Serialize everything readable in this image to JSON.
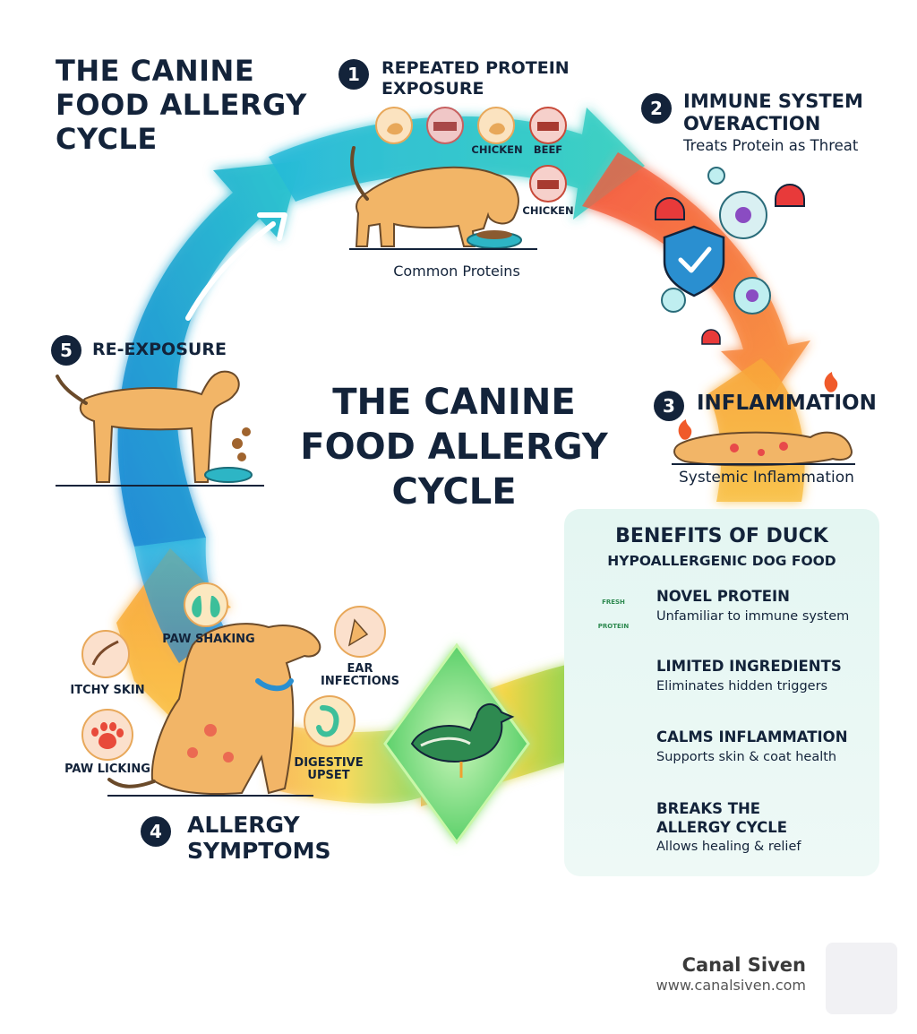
{
  "title_top_left": [
    "THE CANINE",
    "FOOD ALLERGY",
    "CYCLE"
  ],
  "title_center": [
    "THE CANINE",
    "FOOD ALLERGY",
    "CYCLE"
  ],
  "steps": [
    {
      "number": "1",
      "title_lines": [
        "REPEATED PROTEIN",
        "EXPOSURE"
      ],
      "caption": "Common Proteins",
      "protein_labels": [
        "CHICKEN",
        "BEEF",
        "CHICKEN"
      ]
    },
    {
      "number": "2",
      "title_lines": [
        "IMMUNE SYSTEM",
        "OVERACTION"
      ],
      "caption": "Treats Protein as Threat"
    },
    {
      "number": "3",
      "title_lines": [
        "INFLAMMATION"
      ],
      "caption": "Systemic Inflammation"
    },
    {
      "number": "4",
      "title_lines": [
        "ALLERGY",
        "SYMPTOMS"
      ],
      "symptoms": [
        "PAW SHAKING",
        "ITCHY SKIN",
        "PAW LICKING",
        "EAR",
        "INFECTIONS",
        "DIGESTIVE",
        "UPSET"
      ]
    },
    {
      "number": "5",
      "title_lines": [
        "RE-EXPOSURE"
      ]
    }
  ],
  "benefits": {
    "title": "BENEFITS OF DUCK",
    "subtitle": "HYPOALLERGENIC DOG FOOD",
    "badge_text": [
      "FRESH",
      "PROTEIN"
    ],
    "items": [
      {
        "title": "NOVEL PROTEIN",
        "desc": "Unfamiliar to immune system",
        "icon": "fresh-protein-badge-icon"
      },
      {
        "title": "LIMITED INGREDIENTS",
        "desc": "Eliminates hidden triggers",
        "icon": "checklist-icon"
      },
      {
        "title": "CALMS INFLAMMATION",
        "desc": "Supports skin & coat health",
        "icon": "calm-dog-icon"
      },
      {
        "title_lines": [
          "BREAKS THE",
          "ALLERGY CYCLE"
        ],
        "desc": "Allows healing & relief",
        "icon": "cycle-arrows-icon"
      }
    ]
  },
  "brand": {
    "name": "Canal Siven",
    "url": "www.canalsiven.com"
  },
  "colors": {
    "navy": "#13233a",
    "blue": "#1f8fd6",
    "teal": "#25c7c9",
    "red": "#f0463f",
    "orange": "#f89a2a",
    "yellow": "#f7d23d",
    "green": "#43c95a",
    "panel": "#e6f6f3",
    "dog": "#f2b567"
  }
}
